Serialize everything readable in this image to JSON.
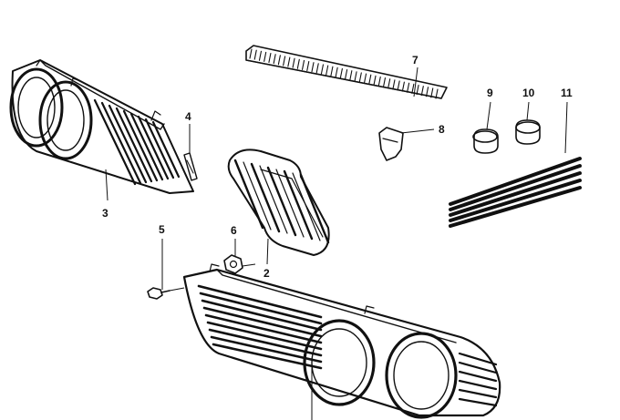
{
  "diagram": {
    "callouts": [
      {
        "id": "1",
        "label": ""
      },
      {
        "id": "2",
        "label": "2"
      },
      {
        "id": "3",
        "label": "3"
      },
      {
        "id": "4",
        "label": "4"
      },
      {
        "id": "5",
        "label": "5"
      },
      {
        "id": "6",
        "label": "6"
      },
      {
        "id": "7",
        "label": "7"
      },
      {
        "id": "8",
        "label": "8"
      },
      {
        "id": "9",
        "label": "9"
      },
      {
        "id": "10",
        "label": "10"
      },
      {
        "id": "11",
        "label": "11"
      }
    ],
    "colors": {
      "ink": "#111111",
      "background": "#ffffff",
      "fill_dark": "#2a2a2a",
      "fill_light": "#f4f4f4"
    }
  }
}
